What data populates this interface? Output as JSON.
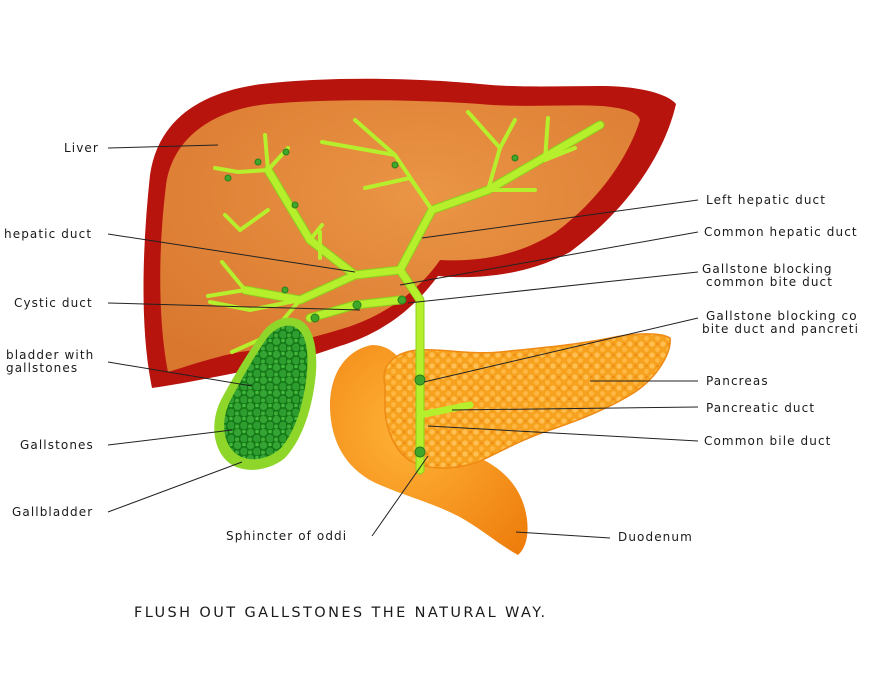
{
  "labels": {
    "liver": "Liver",
    "left_hepatic_duct": "Left hepatic duct",
    "right_hepatic_duct": "hepatic duct",
    "common_hepatic_duct": "Common hepatic duct",
    "gallstone_blocking_common_bile_duct": [
      "Gallstone blocking",
      "common bite duct"
    ],
    "cystic_duct": "Cystic duct",
    "gallstone_blocking_bile_and_pancreatic": [
      "Gallstone blocking co",
      "bite duct and pancreti"
    ],
    "gallbladder_with_gallstones": [
      "bladder with",
      "gallstones"
    ],
    "pancreas": "Pancreas",
    "pancreatic_duct": "Pancreatic duct",
    "gallstones": "Gallstones",
    "common_bile_duct": "Common bile duct",
    "gallbladder": "Gallbladder",
    "sphincter_of_oddi": "Sphincter of oddi",
    "duodenum": "Duodenum"
  },
  "caption": "FLUSH OUT GALLSTONES THE NATURAL WAY.",
  "colors": {
    "liver_outer": "#b8140e",
    "liver_inner": "#e0883a",
    "bile_duct": "#b6ef2c",
    "gallbladder": "#1f8f1f",
    "gallbladder_rim": "#8fd62a",
    "pancreas": "#f39a1e",
    "duodenum": "#f08a12"
  }
}
